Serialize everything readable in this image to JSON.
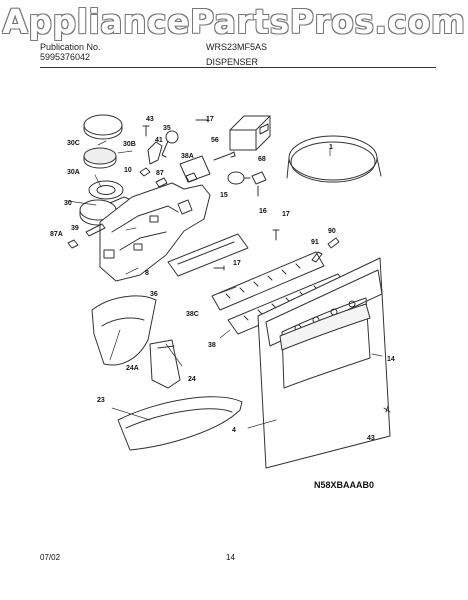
{
  "header": {
    "watermark": "AppliancePartsPros.com",
    "publication_label": "Publication No.",
    "publication_number": "5995376042",
    "model": "WRS23MF5AS",
    "section": "DISPENSER"
  },
  "diagram": {
    "callouts": [
      "43",
      "35",
      "17",
      "41",
      "30C",
      "30B",
      "56",
      "38A",
      "30A",
      "10",
      "87",
      "68",
      "1",
      "15",
      "16",
      "30",
      "17",
      "39",
      "87A",
      "91",
      "90",
      "8",
      "17",
      "36",
      "38C",
      "38",
      "14",
      "24A",
      "24",
      "23",
      "4",
      "43"
    ],
    "code": "N58XBAAAB0"
  },
  "footer": {
    "date": "07/02",
    "page": "14"
  },
  "colors": {
    "line": "#333333",
    "watermark_outline": "#777777"
  }
}
